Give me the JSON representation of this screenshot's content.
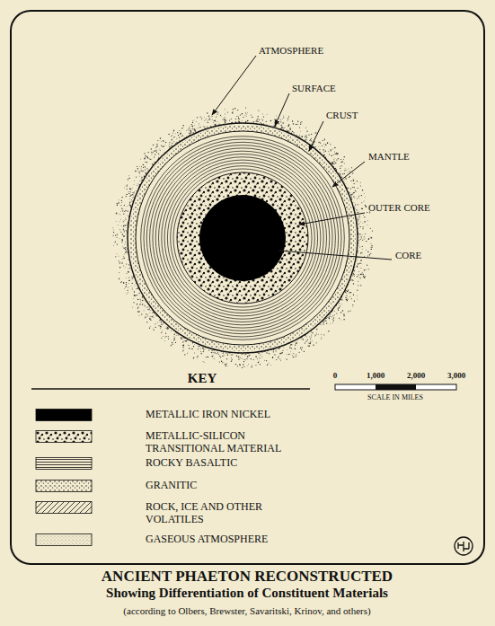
{
  "diagram": {
    "title": "ANCIENT PHAETON RECONSTRUCTED",
    "caption": "Showing Differentiation of Constituent Materials",
    "labels": [
      "ATMOSPHERE",
      "SURFACE",
      "CRUST",
      "MANTLE",
      "OUTER CORE",
      "CORE",
      "KEY",
      "0",
      "1,000",
      "2,000",
      "3,000",
      "SCALE IN MILES",
      "(according to Olbers, Brewster, Savaritski, Krinov, and others)"
    ],
    "legend": [
      {
        "text": "METALLIC IRON NICKEL",
        "color": "#000000"
      },
      {
        "text": "METALLIC-SILICON TRANSITIONAL MATERIAL"
      },
      {
        "text": "ROCKY BASALTIC"
      },
      {
        "text": "GRANITIC"
      },
      {
        "text": "ROCK, ICE AND OTHER VOLATILES"
      },
      {
        "text": "GASEOUS ATMOSPHERE"
      }
    ]
  }
}
